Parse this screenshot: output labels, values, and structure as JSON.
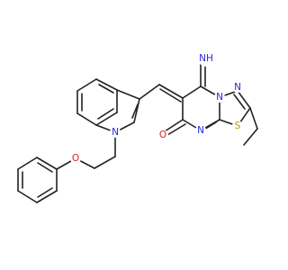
{
  "molecule": {
    "colors": {
      "N": "#2a2ad8",
      "O": "#e11d1d",
      "S": "#b0a000",
      "bond": "#222222"
    },
    "atom_labels": {
      "imine_nh": "NH",
      "indole_n": "N",
      "ring_n_top": "N",
      "ring_n_fused": "N",
      "ring_n_bottom": "N",
      "sulfur": "S",
      "carbonyl_o": "O",
      "ether_o": "O"
    }
  }
}
